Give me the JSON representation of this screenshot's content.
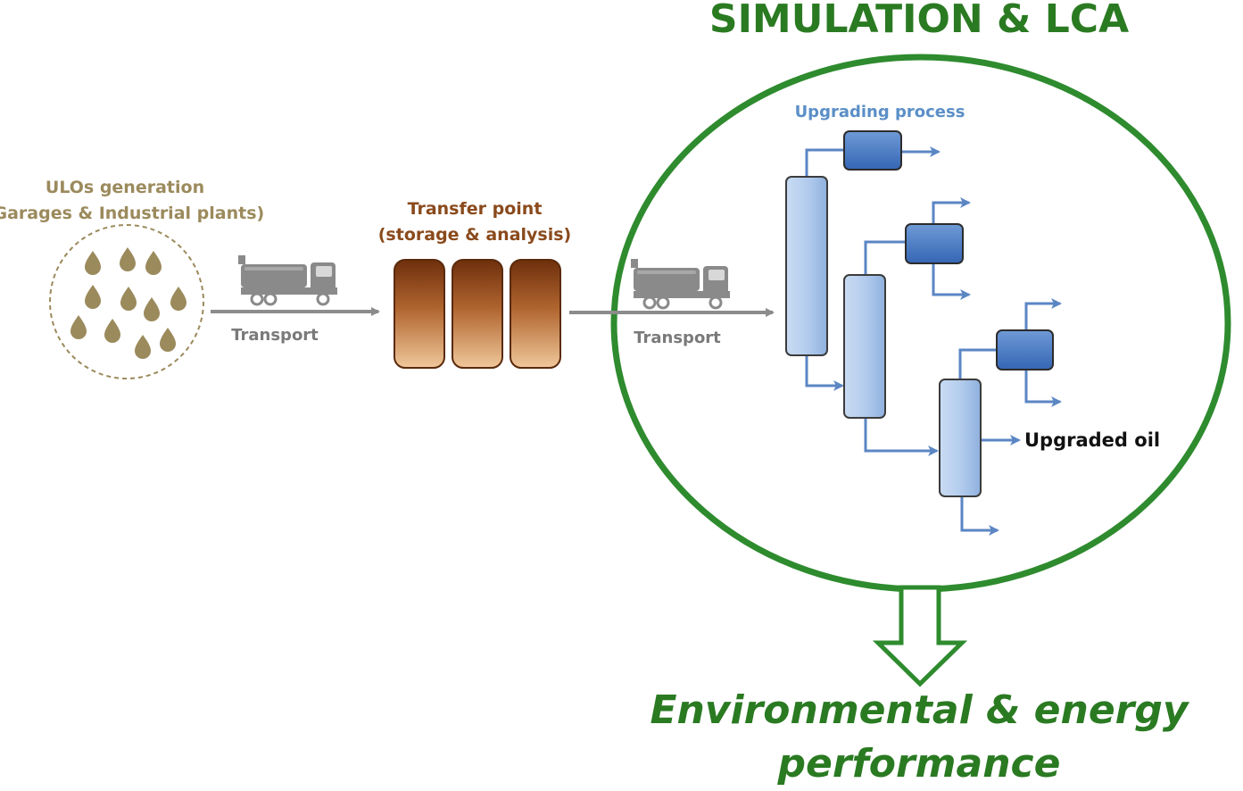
{
  "title": "SIMULATION & LCA",
  "source": {
    "label_line1": "ULOs generation",
    "label_line2": "(Garages & Industrial plants)"
  },
  "transport_1": {
    "label": "Transport"
  },
  "transfer_point": {
    "label_line1": "Transfer point",
    "label_line2": "(storage & analysis)"
  },
  "transport_2": {
    "label": "Transport"
  },
  "upgrading": {
    "label": "Upgrading process",
    "product_label": "Upgraded oil"
  },
  "outcome": {
    "line1": "Environmental & energy",
    "line2": "performance"
  },
  "colors": {
    "green": "#2e8b2e",
    "green_text": "#2a7a22",
    "olive": "#9b8a5c",
    "brown": "#8a4a1c",
    "gray_arrow": "#8c8c8c",
    "gray_text": "#7a7a7a",
    "blue_label": "#5b8fc7",
    "blue_arrow": "#5b86c4"
  },
  "icons": {
    "truck": "tanker-truck-icon",
    "drop": "oil-drop-icon",
    "tank": "storage-tank-icon",
    "column": "distillation-column-icon",
    "unit": "process-unit-icon",
    "outcome_arrow": "down-arrow-icon"
  }
}
